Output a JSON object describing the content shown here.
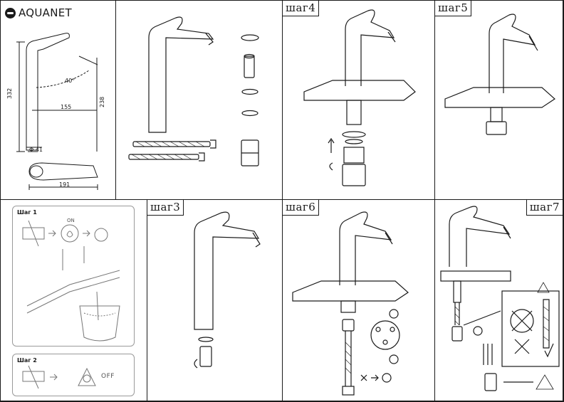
{
  "brand": {
    "name": "AQUANET"
  },
  "dimensions": {
    "height_total": "332",
    "spout_height": "238",
    "spout_reach": "155",
    "angle": "40°",
    "base_diameter": "Φ 41",
    "length": "191"
  },
  "steps": {
    "step3": "шаг3",
    "step4": "шаг4",
    "step5": "шаг5",
    "step6": "шаг6",
    "step7": "шаг7"
  },
  "panels": {
    "step1_title": "Шаг 1",
    "step2_title": "Шаг 2",
    "on_label": "ON",
    "off_label": "OFF"
  }
}
